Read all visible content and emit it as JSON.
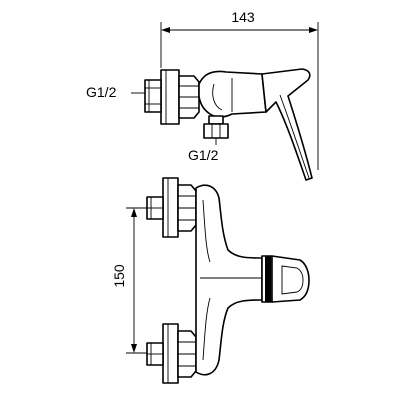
{
  "dimensions": {
    "overall_width": "143",
    "inlet_thread_side": "G1/2",
    "outlet_thread_side": "G1/2",
    "inlet_spacing": "150"
  }
}
